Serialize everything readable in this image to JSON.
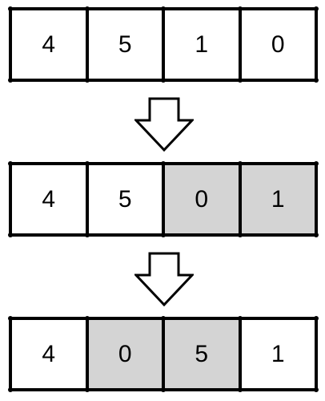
{
  "rows": [
    {
      "cells": [
        {
          "value": "4",
          "highlighted": false
        },
        {
          "value": "5",
          "highlighted": false
        },
        {
          "value": "1",
          "highlighted": false
        },
        {
          "value": "0",
          "highlighted": false
        }
      ]
    },
    {
      "cells": [
        {
          "value": "4",
          "highlighted": false
        },
        {
          "value": "5",
          "highlighted": false
        },
        {
          "value": "0",
          "highlighted": true
        },
        {
          "value": "1",
          "highlighted": true
        }
      ]
    },
    {
      "cells": [
        {
          "value": "4",
          "highlighted": false
        },
        {
          "value": "0",
          "highlighted": true
        },
        {
          "value": "5",
          "highlighted": true
        },
        {
          "value": "1",
          "highlighted": false
        }
      ]
    }
  ],
  "arrows": [
    {
      "icon": "down-arrow-icon",
      "direction": "down"
    },
    {
      "icon": "down-arrow-icon",
      "direction": "down"
    }
  ],
  "colors": {
    "highlight": "#d4d4d4",
    "border": "#000000",
    "background": "#ffffff"
  }
}
